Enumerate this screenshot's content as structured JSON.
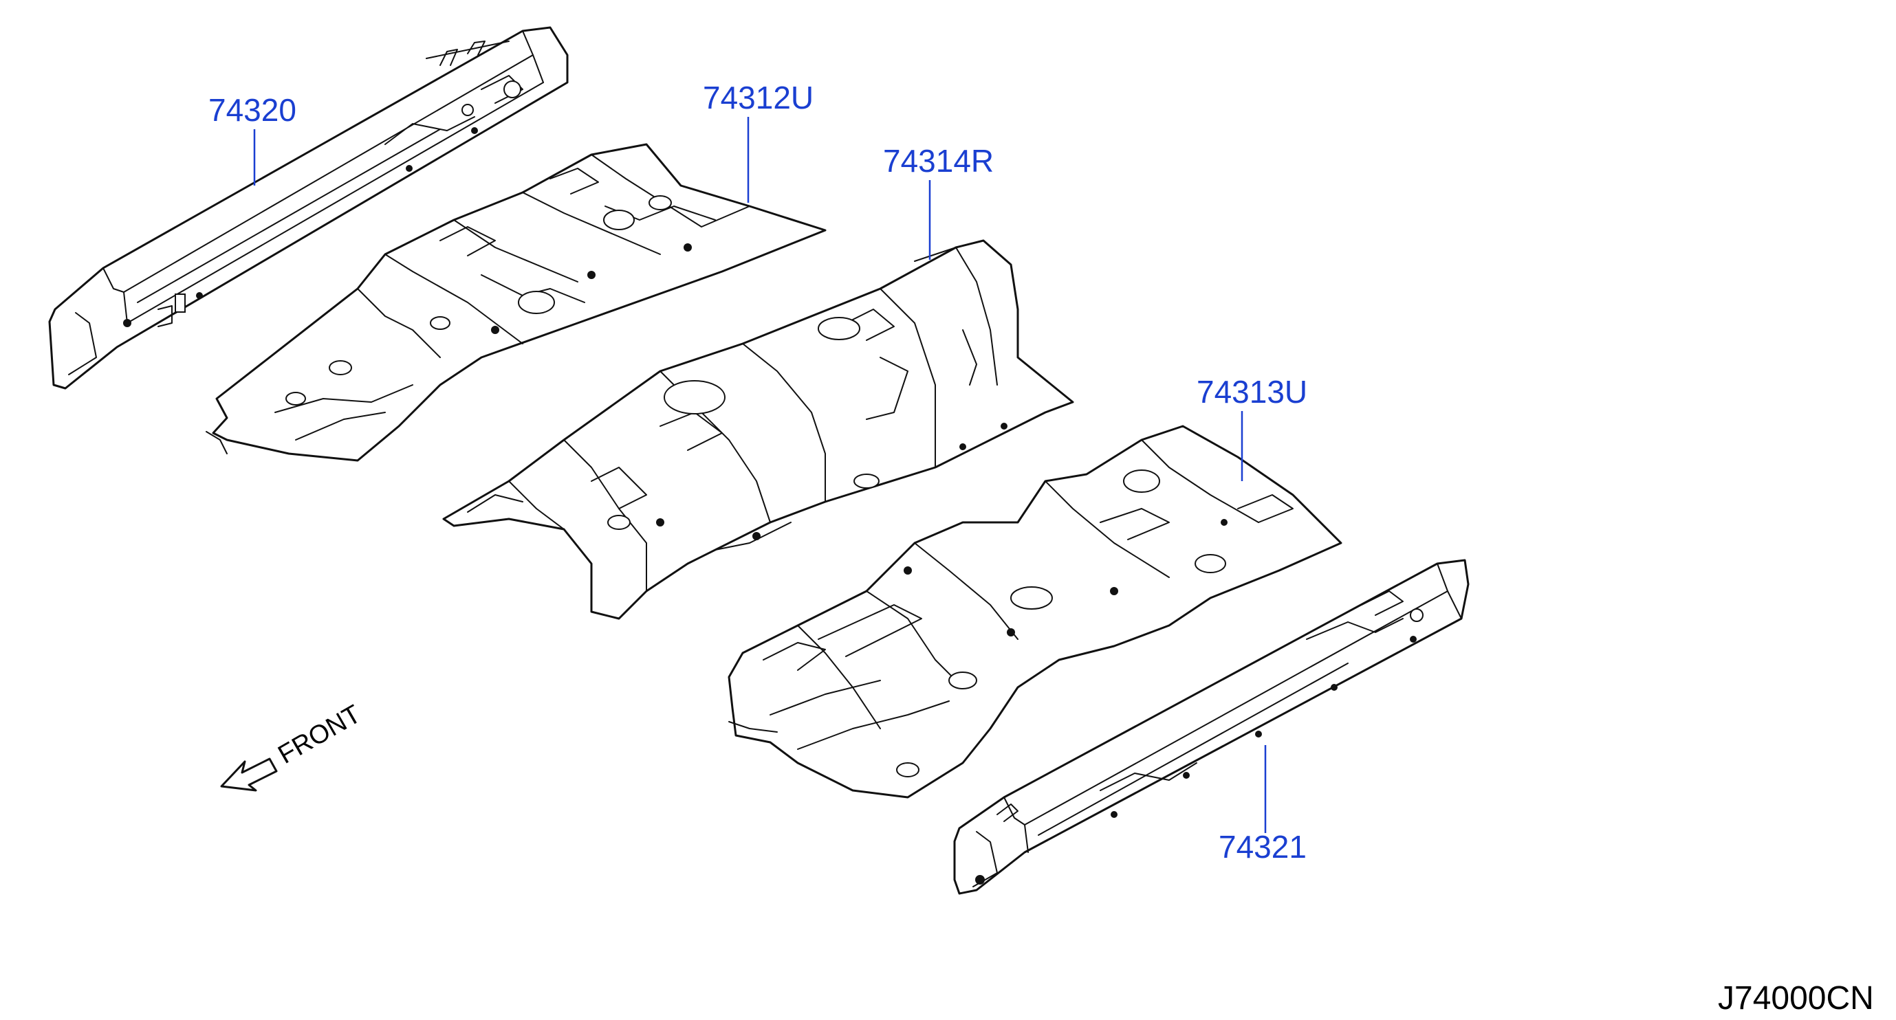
{
  "colors": {
    "label": "#1a3fd1",
    "line": "#111111",
    "background": "#ffffff"
  },
  "parts": [
    {
      "id": "74320",
      "label": "74320"
    },
    {
      "id": "74312U",
      "label": "74312U"
    },
    {
      "id": "74314R",
      "label": "74314R"
    },
    {
      "id": "74313U",
      "label": "74313U"
    },
    {
      "id": "74321",
      "label": "74321"
    }
  ],
  "front_indicator": {
    "text": "FRONT",
    "icon": "arrow-front-icon"
  },
  "figure_code": "J74000CN"
}
